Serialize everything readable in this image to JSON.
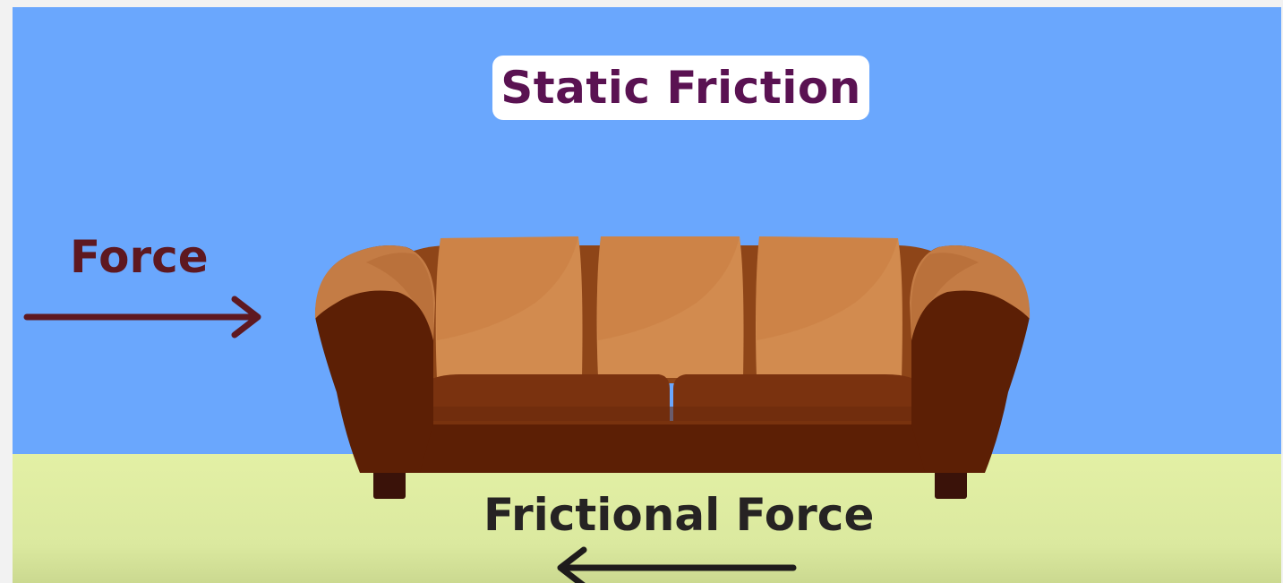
{
  "title": "Static Friction",
  "labels": {
    "applied_force": "Force",
    "frictional_force": "Frictional Force"
  },
  "colors": {
    "sky": "#6aa7fd",
    "floor": "#e3f0a5",
    "title_text": "#5a1252",
    "force_arrow": "#5e1820",
    "friction_arrow": "#1e1b1b",
    "sofa_dark": "#5c1f05",
    "sofa_mid": "#8e4518",
    "sofa_light": "#c47c45",
    "cushion": "#d28b4f"
  },
  "icons": {
    "object": "sofa-icon",
    "applied_arrow": "arrow-right-icon",
    "friction_arrow": "arrow-left-icon"
  }
}
